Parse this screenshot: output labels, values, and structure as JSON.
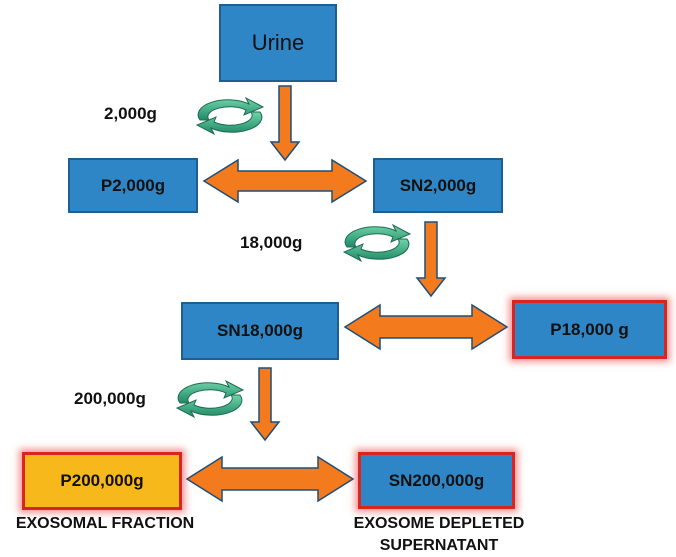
{
  "boxes": {
    "urine": "Urine",
    "p2000": "P2,000g",
    "sn2000": "SN2,000g",
    "sn18000": "SN18,000g",
    "p18000": "P18,000 g",
    "p200000": "P200,000g",
    "sn200000": "SN200,000g"
  },
  "speeds": {
    "s1": "2,000g",
    "s2": "18,000g",
    "s3": "200,000g"
  },
  "captions": {
    "exosomal": "EXOSOMAL FRACTION",
    "depleted_line1": "EXOSOME DEPLETED",
    "depleted_line2": "SUPERNATANT"
  },
  "colors": {
    "box_blue": "#2f86c6",
    "box_yellow": "#f7b81c",
    "arrow_orange": "#f37b1d",
    "arrow_outline": "#1f4e79",
    "cycle_green": "#2e9e78",
    "highlight_red": "#d9241f"
  },
  "icons": {
    "centrifuge": "circular-arrows-icon"
  }
}
